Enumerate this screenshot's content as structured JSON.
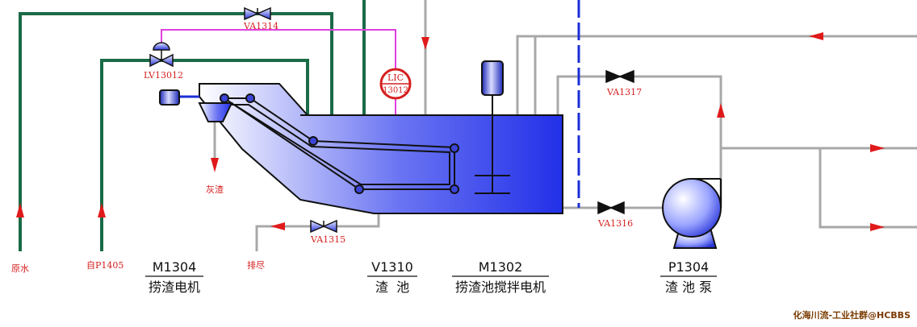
{
  "colors": {
    "water_line": "#1a6b46",
    "control_line": "#e040e0",
    "grey_line": "#a8a8a8",
    "blue_line": "#1b2fd6",
    "tank_fill": "#2f3cf0",
    "flow_arrow": "#e01a1a",
    "label_red": "#d62020"
  },
  "valves": {
    "va1314": "VA1314",
    "lv13012": "LV13012",
    "va1317": "VA1317",
    "va1316": "VA1316",
    "va1315": "VA1315"
  },
  "instrument": {
    "line1": "LIC",
    "line2": "13012"
  },
  "streams": {
    "raw_water": "原水",
    "from_p1405": "自P1405",
    "ash_slag": "灰渣",
    "drain": "排尽"
  },
  "equipment": [
    {
      "code": "M1304",
      "name": "捞渣电机"
    },
    {
      "code": "V1310",
      "name": "渣  池"
    },
    {
      "code": "M1302",
      "name": "捞渣池搅拌电机"
    },
    {
      "code": "P1304",
      "name": "渣 池 泵"
    }
  ],
  "watermark": "化海川流-工业社群@HCBBS"
}
